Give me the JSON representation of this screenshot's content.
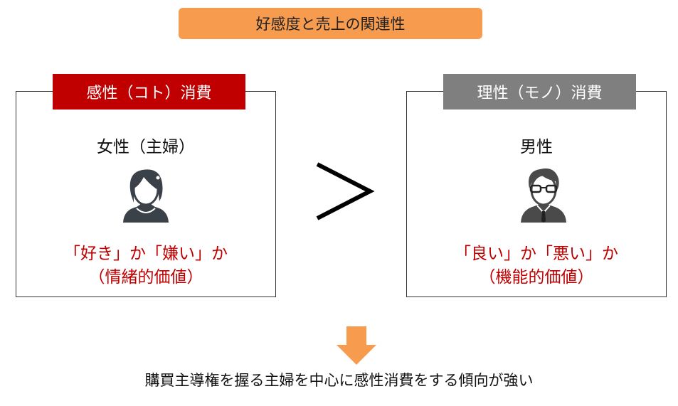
{
  "title": "好感度と売上の関連性",
  "left": {
    "tag": "感性（コト）消費",
    "who": "女性（主婦）",
    "line1": "「好き」か「嫌い」か",
    "line2": "（情緒的価値）",
    "icon": "woman-avatar-icon"
  },
  "right": {
    "tag": "理性（モノ）消費",
    "who": "男性",
    "line1": "「良い」か「悪い」か",
    "line2": "（機能的価値）",
    "icon": "man-avatar-icon"
  },
  "conclusion": "購買主導権を握る主婦を中心に感性消費をする傾向が強い",
  "colors": {
    "orange": "#f79b4e",
    "red": "#c00000",
    "gray": "#7f7f7f",
    "icon_dark": "#3b4148"
  }
}
